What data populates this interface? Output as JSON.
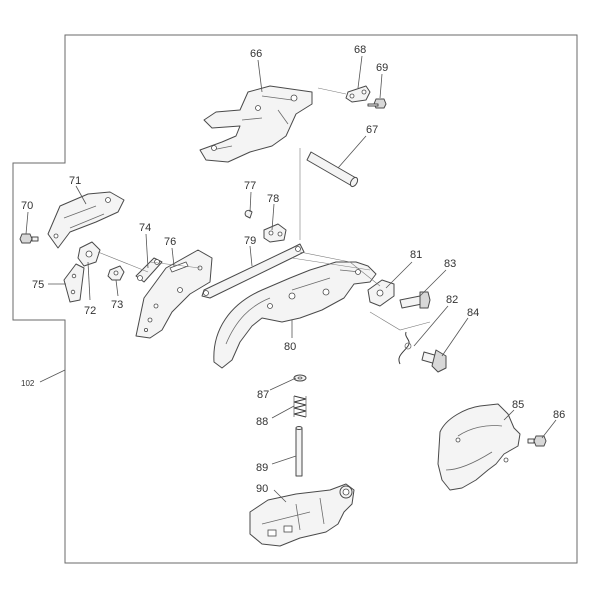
{
  "labels": {
    "p66": "66",
    "p67": "67",
    "p68": "68",
    "p69": "69",
    "p70": "70",
    "p71": "71",
    "p72": "72",
    "p73": "73",
    "p74": "74",
    "p75": "75",
    "p76": "76",
    "p77": "77",
    "p78": "78",
    "p79": "79",
    "p80": "80",
    "p81": "81",
    "p82": "82",
    "p83": "83",
    "p84": "84",
    "p85": "85",
    "p86": "86",
    "p87": "87",
    "p88": "88",
    "p89": "89",
    "p90": "90",
    "p102": "102"
  },
  "colors": {
    "line": "#4a4a4a",
    "frame": "#6a6a6a",
    "fill": "#f4f4f4"
  }
}
